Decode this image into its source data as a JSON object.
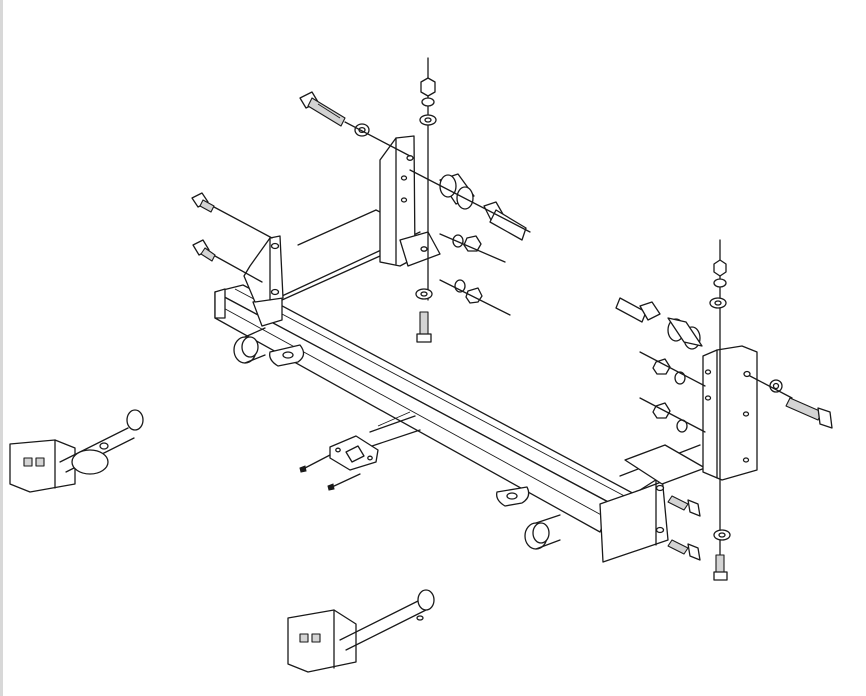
{
  "figure": {
    "kind": "exploded-parts-diagram",
    "labels": [],
    "line_color": "#1a1a1a",
    "shade_color": "#d4d4d4",
    "background": "#ffffff"
  },
  "parts": {
    "main_frame": "hitch-crossbar",
    "brackets": [
      "left-mounting-bracket",
      "right-mounting-bracket",
      "left-vertical-plate",
      "right-vertical-plate"
    ],
    "hardware": [
      "hex-bolt",
      "hex-nut",
      "lock-washer",
      "flat-washer",
      "spacer-sleeve",
      "flag-nut",
      "carriage-bolt",
      "small-screw"
    ],
    "accessories": [
      "safety-chain-loop",
      "tab-plate",
      "receiver-pin-with-clip",
      "receiver-pin"
    ]
  }
}
